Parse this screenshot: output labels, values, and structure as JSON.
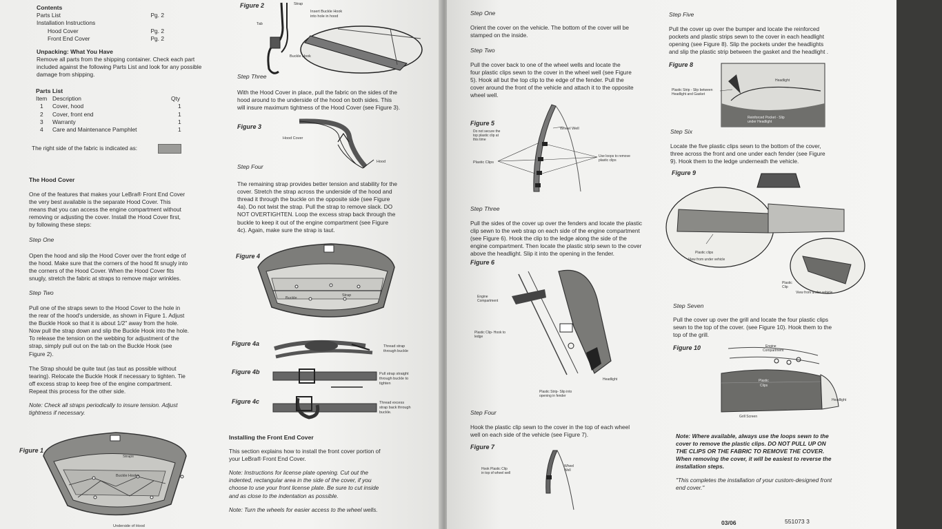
{
  "left": {
    "contents": {
      "title": "Contents",
      "rows": [
        {
          "label": "Parts List",
          "page": "Pg. 2",
          "indent": 0
        },
        {
          "label": "Installation Instructions",
          "page": "",
          "indent": 0
        },
        {
          "label": "Hood Cover",
          "page": "Pg. 2",
          "indent": 1
        },
        {
          "label": "Front End Cover",
          "page": "Pg. 2",
          "indent": 1
        }
      ]
    },
    "unpacking": {
      "title": "Unpacking: What You Have",
      "lines": [
        "Remove all parts from the shipping container. Check each part",
        "included against the following Parts List and look for any possible",
        "damage from shipping."
      ]
    },
    "parts_list": {
      "title": "Parts List",
      "headers": {
        "item": "Item",
        "description": "Description",
        "qty": "Qty"
      },
      "items": [
        {
          "n": "1",
          "d": "Cover, hood",
          "q": "1"
        },
        {
          "n": "2",
          "d": "Cover, front end",
          "q": "1"
        },
        {
          "n": "3",
          "d": "Warranty",
          "q": "1"
        },
        {
          "n": "4",
          "d": "Care and Maintenance Pamphlet",
          "q": "1"
        }
      ]
    },
    "right_side_note": "The right side of the fabric is indicated as:",
    "hood_cover": {
      "title": "The Hood Cover",
      "intro": [
        "One of the features that makes your LeBra® Front End Cover",
        "the very best available is the separate Hood Cover. This",
        "means that you can access the engine compartment without",
        "removing or adjusting the cover. Install the Hood Cover first,",
        "by following these steps:"
      ],
      "step_one_title": "Step One",
      "step_one": [
        "Open the hood and slip the Hood Cover over the front edge of",
        "the hood. Make sure that the corners of the hood fit snugly into",
        "the corners of the Hood Cover. When the Hood Cover fits",
        "snugly, stretch the fabric at straps to remove major wrinkles."
      ],
      "step_two_title": "Step Two",
      "step_two": [
        "Pull one of the straps sewn to the Hood Cover to the hole in",
        "the rear of the hood's underside, as shown in Figure 1. Adjust",
        "the Buckle Hook so that it is about 1/2\" away from the hole.",
        "Now pull the strap down and slip the Buckle Hook into the hole.",
        "To release the tension on the webbing for adjustment of the",
        "strap, simply pull out on the tab on the Buckle Hook (see",
        "Figure 2)."
      ],
      "strap_para": [
        "The Strap should be quite taut (as taut as possible without",
        "tearing). Relocate the Buckle Hook if necessary to tighten. Tie",
        "off excess strap to keep free of the engine compartment.",
        "Repeat this process for the other side."
      ],
      "note": [
        "Note: Check all straps periodically to insure tension. Adjust",
        "tightness if necessary."
      ]
    },
    "figure1": {
      "label": "Figure 1",
      "straps": "Straps",
      "buckle_hooks": "Buckle Hooks",
      "caption": "Underside of Hood"
    },
    "figure2": {
      "label": "Figure 2",
      "strap": "Strap",
      "tab": "Tab",
      "insert": "Insert Buckle Hook",
      "insert2": "into hole in hood",
      "buckle_hook": "Buckle Hook"
    },
    "step_three_title": "Step Three",
    "step_three": [
      "With the Hood Cover in place, pull the fabric on the sides of the",
      "hood around to the underside of the hood on both sides. This",
      "will insure maximum tightness of the Hood Cover (see Figure 3)."
    ],
    "figure3": {
      "label": "Figure 3",
      "hood_cover": "Hood Cover",
      "hood": "Hood"
    },
    "step_four_title": "Step Four",
    "step_four": [
      "The remaining strap provides better tension and stability for the",
      "cover. Stretch the strap across the underside of the hood and",
      "thread it through the buckle on the opposite side (see Figure",
      "4a). Do not twist the strap. Pull the strap to remove slack. DO",
      "NOT OVERTIGHTEN. Loop the excess strap back through the",
      "buckle to keep it out of the engine compartment (see Figure",
      "4c). Again, make sure the strap is taut."
    ],
    "figure4": {
      "label": "Figure 4",
      "buckle": "Buckle",
      "strap": "Strap"
    },
    "figure4a": {
      "label": "Figure 4a",
      "c1": "Thread strap",
      "c2": "through buckle"
    },
    "figure4b": {
      "label": "Figure 4b",
      "c1": "Pull strap straight",
      "c2": "through buckle to",
      "c3": "tighten"
    },
    "figure4c": {
      "label": "Figure 4c",
      "c1": "Thread excess",
      "c2": "strap back through",
      "c3": "buckle."
    },
    "front_end": {
      "title": "Installing the Front End Cover",
      "intro": [
        "This section explains how to install the front cover portion of",
        "your LeBra® Front End Cover."
      ],
      "note1": [
        "Note: Instructions for license plate opening. Cut out the",
        "indented, rectangular area in the side of the cover, if you",
        "choose to use your front license plate. Be sure to cut inside",
        "and as close to the indentation as possible."
      ],
      "note2": "Note: Turn the wheels for easier access to the wheel wells."
    }
  },
  "right": {
    "step_one_title": "Step One",
    "step_one": [
      "Orient the cover on the vehicle. The bottom of the cover will be",
      "stamped on the inside."
    ],
    "step_two_title": "Step Two",
    "step_two": [
      "Pull the cover back to one of the wheel wells and locate the",
      "four plastic clips sewn to the cover in the wheel well (see Figure",
      "5). Hook all but the top clip to the edge of the fender. Pull the",
      "cover around the front of the vehicle and attach it to the opposite",
      "wheel well."
    ],
    "figure5": {
      "label": "Figure 5",
      "c1": "Do not secure the",
      "c2": "top plastic clip at",
      "c3": "this time",
      "wheel_well": "Wheel Well",
      "plastic_clips": "Plastic Clips",
      "loops1": "Use loops to remove",
      "loops2": "plastic clips"
    },
    "step_three_title": "Step Three",
    "step_three": [
      "Pull the sides of the cover up over the fenders and locate the plastic",
      "clip sewn to the web strap on each side of the engine compartment",
      "(see Figure 6). Hook the clip to the ledge along the side of the",
      "engine compartment. Then locate the plastic strip sewn to the cover",
      "above the headlight. Slip it into the opening in the fender."
    ],
    "figure6": {
      "label": "Figure 6",
      "engine1": "Engine",
      "engine2": "Compartment",
      "clip1": "Plastic Clip- Hook to",
      "clip2": "ledge",
      "headlight": "Headlight",
      "strip1": "Plastic Strip- Slip into",
      "strip2": "opening in fender"
    },
    "step_four_title": "Step Four",
    "step_four": [
      "Hook the plastic clip sewn to the cover in the top of each wheel",
      "well on each side of the vehicle (see Figure 7)."
    ],
    "figure7": {
      "label": "Figure 7",
      "c1": "Hook Plastic Clip",
      "c2": "in top of wheel well",
      "w1": "Wheel",
      "w2": "Well"
    },
    "step_five_title": "Step Five",
    "step_five": [
      "Pull the cover up over the bumper and locate the reinforced",
      "pockets and plastic strips sewn to the cover in each headlight",
      "opening (see Figure 8). Slip the pockets under the headlights",
      "and slip the plastic strip between the gasket and the headlight ."
    ],
    "figure8": {
      "label": "Figure 8",
      "headlight": "Headlight",
      "strip1": "Plastic Strip - Slip between",
      "strip2": "Headlight and Gasket",
      "pocket1": "Reinforced Pocket - Slip",
      "pocket2": "under Headlight"
    },
    "step_six_title": "Step Six",
    "step_six": [
      "Locate the five plastic clips sewn to the bottom of the cover,",
      "three across the front and one under each fender (see Figure",
      "9). Hook them to the ledge underneath the vehicle."
    ],
    "figure9": {
      "label": "Figure 9",
      "clips": "Plastic clips",
      "view1": "View from under vehicle",
      "clip1": "Plastic",
      "clip2": "Clip",
      "view2": "View from under vehicle"
    },
    "step_seven_title": "Step Seven",
    "step_seven": [
      "Pull the cover up over the grill and locate the four plastic clips",
      "sewn to the top of the cover. (see Figure 10). Hook them to the",
      "top of the grill."
    ],
    "figure10": {
      "label": "Figure 10",
      "engine1": "Engine",
      "engine2": "Compartment",
      "clips1": "Plastic",
      "clips2": "Clips",
      "headlight": "Headlight",
      "grill": "Grill Screen"
    },
    "note": [
      "Note: Where available, always use the loops sewn to the",
      "cover to remove the plastic clips. DO NOT PULL UP ON",
      "THE CLIPS OR THE FABRIC TO REMOVE THE COVER.",
      "When removing the cover, it will be easiest to reverse the",
      "installation steps."
    ],
    "closing": [
      "\"This completes the installation of your custom-designed front",
      "end cover.\""
    ],
    "footer_date": "03/06",
    "footer_code": "551073 3"
  }
}
